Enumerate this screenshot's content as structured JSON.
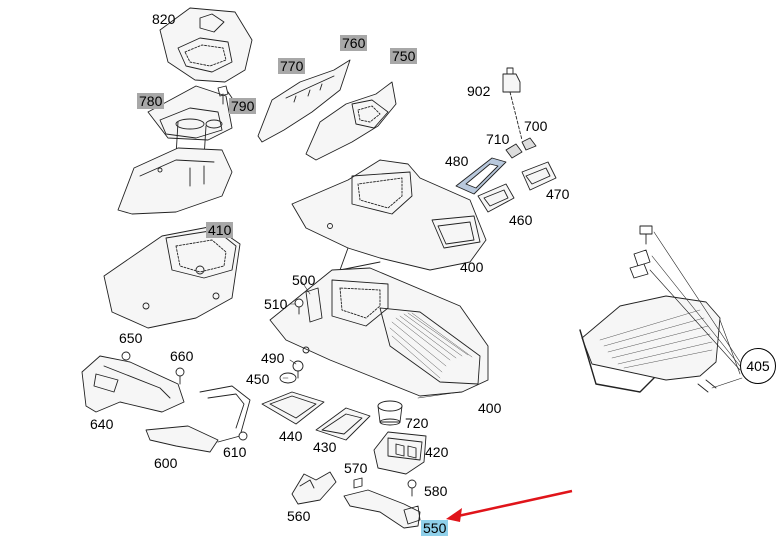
{
  "diagram": {
    "highlight_gray": "#a8a8a8",
    "highlight_blue": "#8fd0ea",
    "arrow_color": "#e0141a"
  },
  "labels": {
    "p820": "820",
    "p770": "770",
    "p760": "760",
    "p750": "750",
    "p780": "780",
    "p790": "790",
    "p902": "902",
    "p710": "710",
    "p700": "700",
    "p480": "480",
    "p470": "470",
    "p460": "460",
    "p410": "410",
    "p400a": "400",
    "p400b": "400",
    "p500": "500",
    "p510": "510",
    "p650": "650",
    "p660": "660",
    "p640": "640",
    "p490": "490",
    "p450": "450",
    "p440": "440",
    "p430": "430",
    "p720": "720",
    "p420": "420",
    "p600": "600",
    "p610": "610",
    "p570": "570",
    "p580": "580",
    "p560": "560",
    "p550": "550",
    "p405": "405"
  }
}
